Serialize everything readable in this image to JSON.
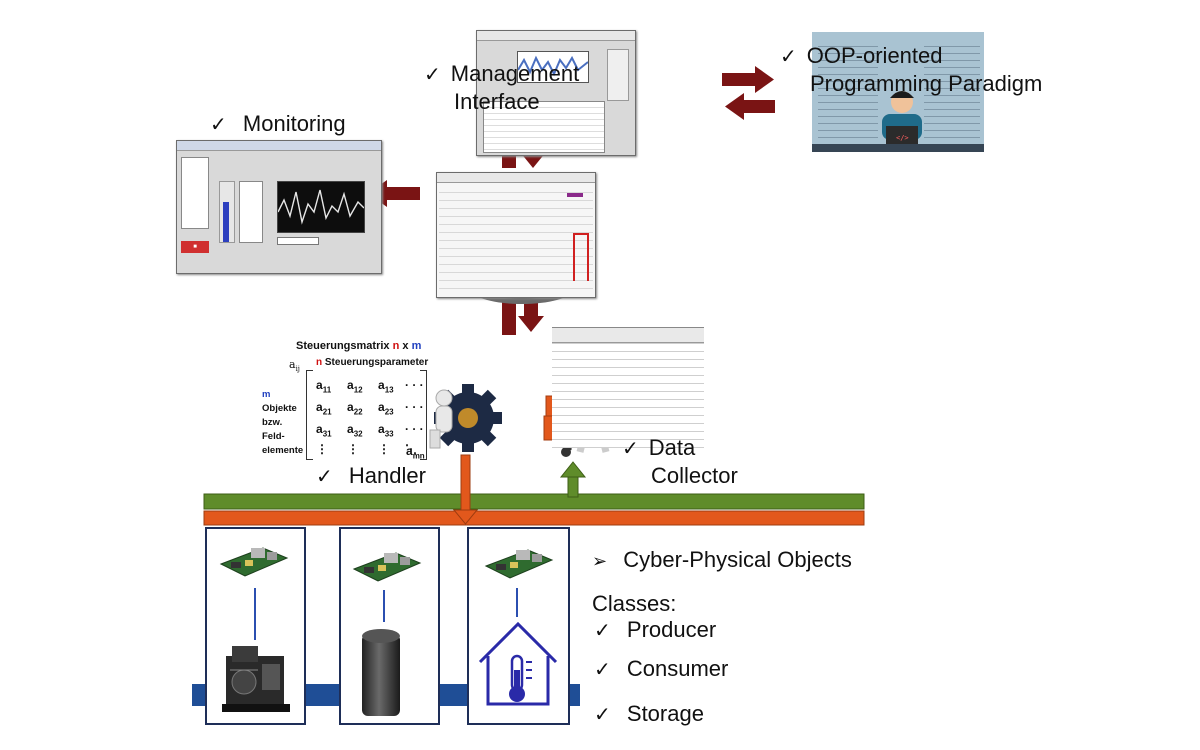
{
  "labels": {
    "management": [
      "Management",
      "Interface"
    ],
    "oop": [
      "OOP-oriented",
      "Programming Paradigm"
    ],
    "monitoring": "Monitoring",
    "handler": "Handler",
    "data_collector": [
      "Data",
      "Collector"
    ],
    "cpo": "Cyber-Physical Objects",
    "classes_title": "Classes:",
    "classes": [
      "Producer",
      "Consumer",
      "Storage"
    ]
  },
  "matrix": {
    "title_word": "Steuerungsmatrix",
    "title_n": "n",
    "title_x": "x",
    "title_m": "m",
    "aij": "a",
    "aij_sub": "ij",
    "param_n": "n",
    "param_label": "Steuerungsparameter",
    "side_m": "m",
    "side_lines": [
      "Objekte",
      "bzw.",
      "Feld-",
      "elemente"
    ],
    "cells": [
      [
        "a11",
        "a12",
        "a13"
      ],
      [
        "a21",
        "a22",
        "a23"
      ],
      [
        "a31",
        "a32",
        "a33"
      ]
    ],
    "last": "amn"
  },
  "colors": {
    "dark_red": "#7a1414",
    "green": "#5f8c2a",
    "orange": "#e2581c",
    "blue_bus": "#1f4e96",
    "matrix_blue": "#1f3fbf",
    "matrix_red": "#d01010"
  },
  "icons": [
    "database-icon",
    "gear-icon",
    "person-cart-icon",
    "person-laptop-icon",
    "raspberry-pi-board-icon",
    "engine-icon",
    "storage-tank-icon",
    "house-thermometer-icon"
  ]
}
